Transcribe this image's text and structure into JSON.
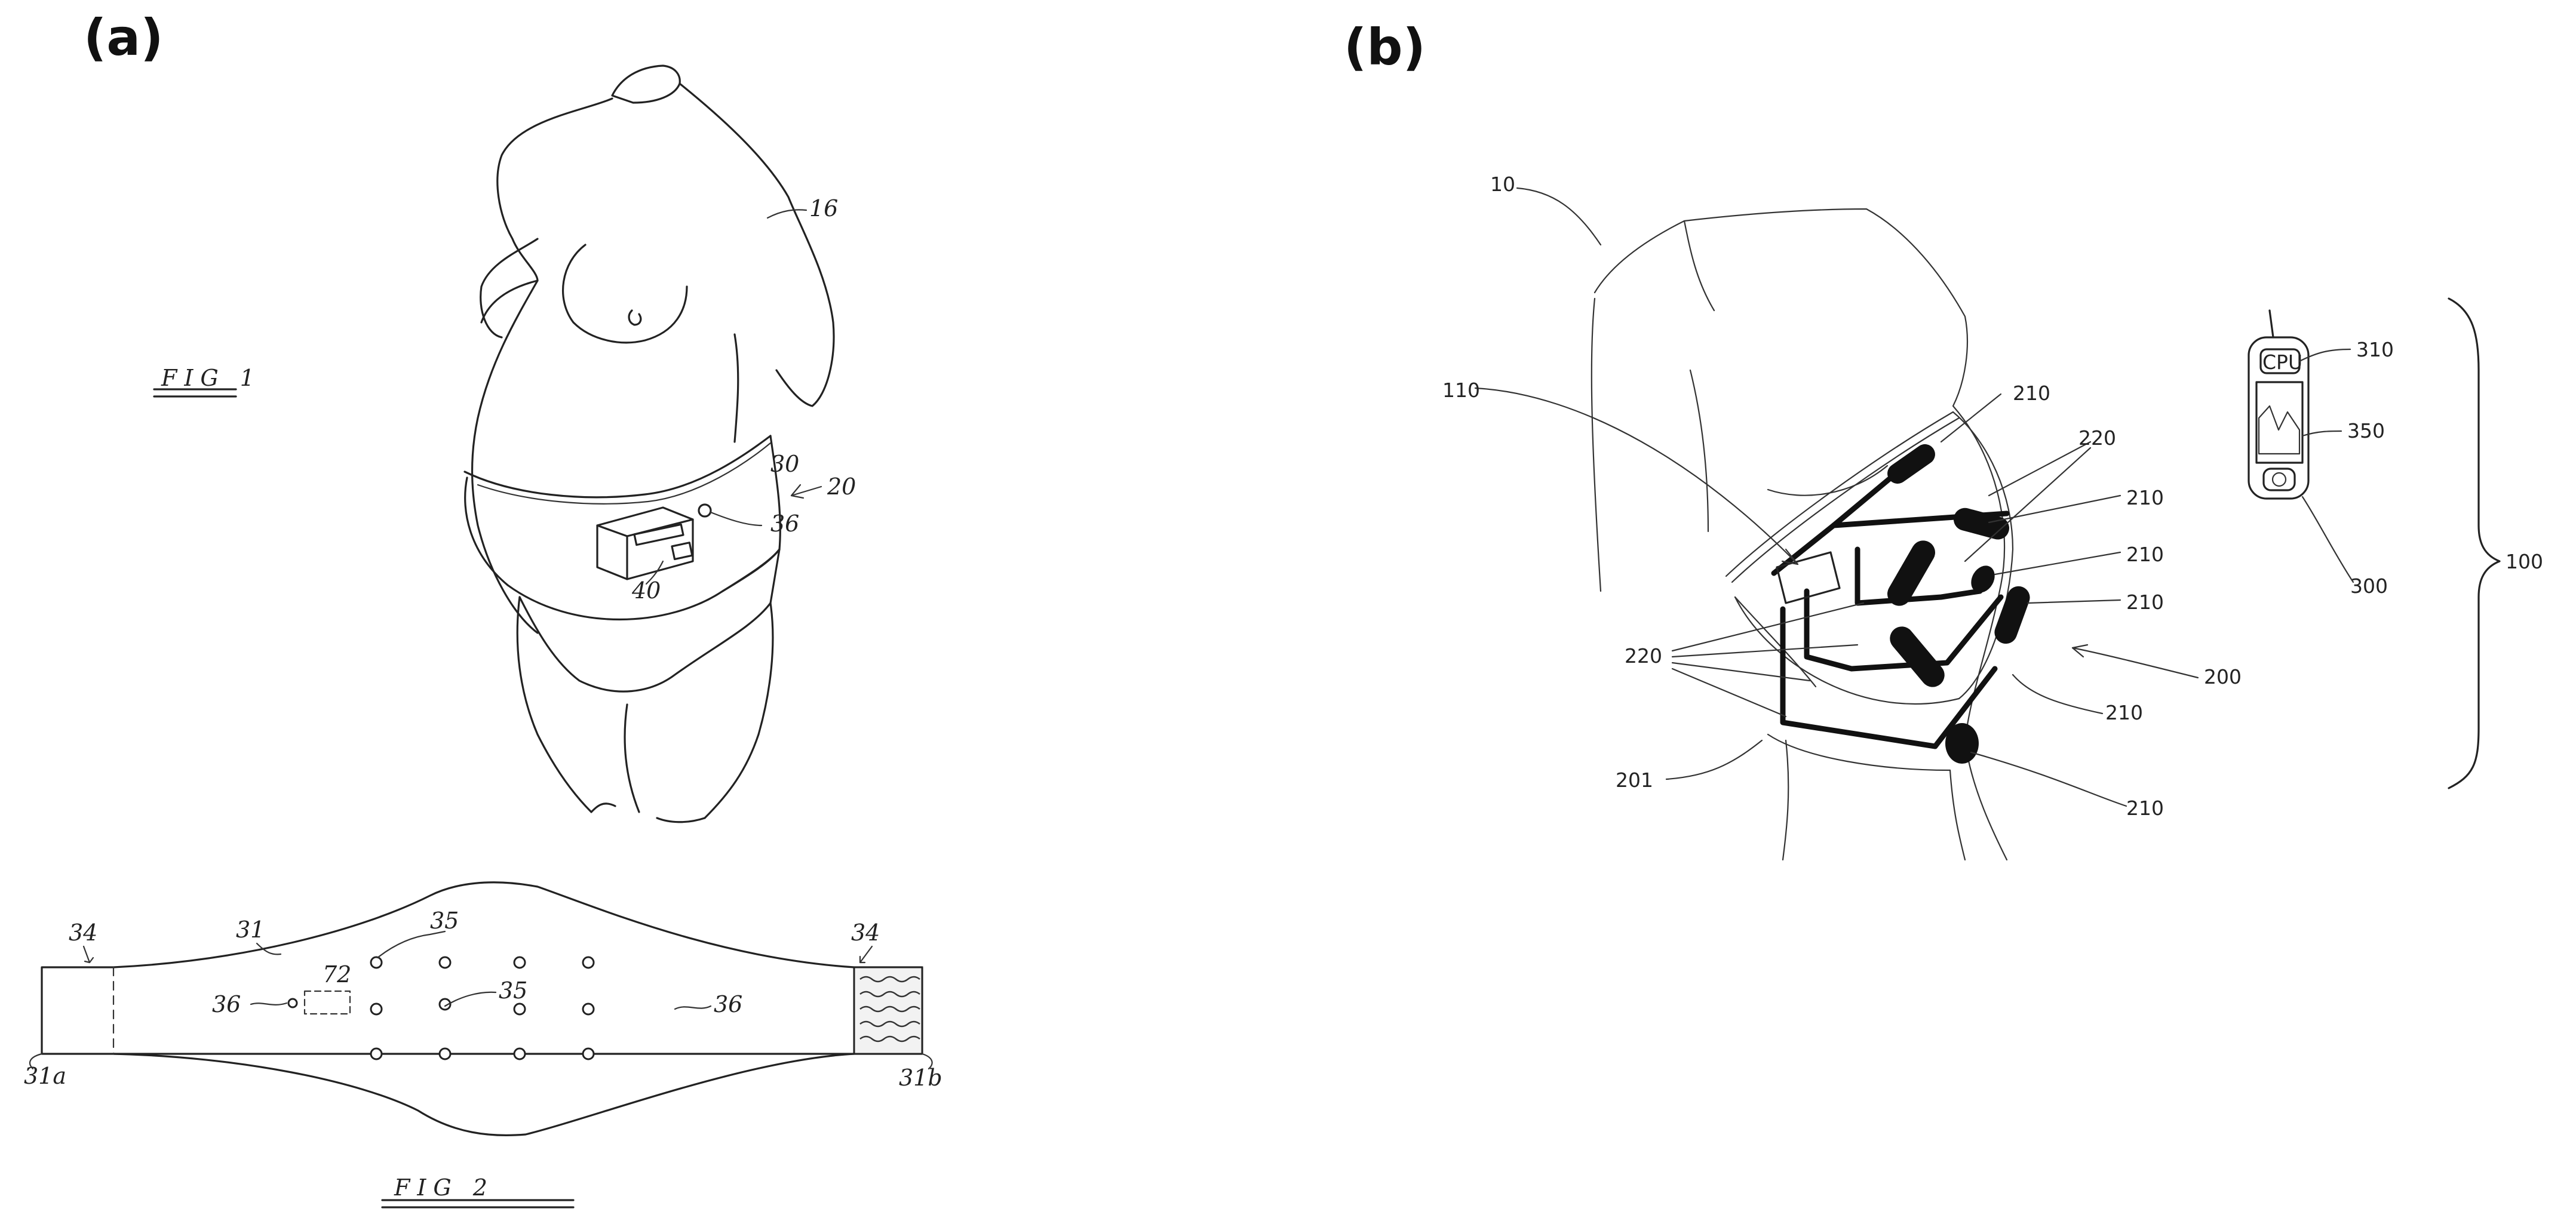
{
  "panels": {
    "a": {
      "label": "(a)"
    },
    "b": {
      "label": "(b)"
    }
  },
  "figure_a": {
    "fig1_caption": "FIG 1",
    "fig2_caption": "FIG 2",
    "refs": {
      "body": "16",
      "belt": "30",
      "system": "20",
      "sensor": "36",
      "unit": "40",
      "band": "31",
      "end_marker_left": "34",
      "end_marker_right": "34",
      "end_left": "31a",
      "end_right": "31b",
      "electrode_group": "35",
      "electrode_center": "35",
      "dashed_box": "72",
      "sensor_left": "36",
      "sensor_right": "36"
    }
  },
  "figure_b": {
    "refs": {
      "body": "10",
      "module": "110",
      "electrode_top": "210",
      "wire_top": "220",
      "electrode_r1": "210",
      "electrode_r2": "210",
      "electrode_r3": "210",
      "wire_left": "220",
      "garment": "200",
      "electrode_r4": "210",
      "garment_edge": "201",
      "electrode_bottom": "210",
      "cpu": "CPU",
      "cpu_ref": "310",
      "screen_ref": "350",
      "device_ref": "300",
      "system_ref": "100"
    }
  }
}
